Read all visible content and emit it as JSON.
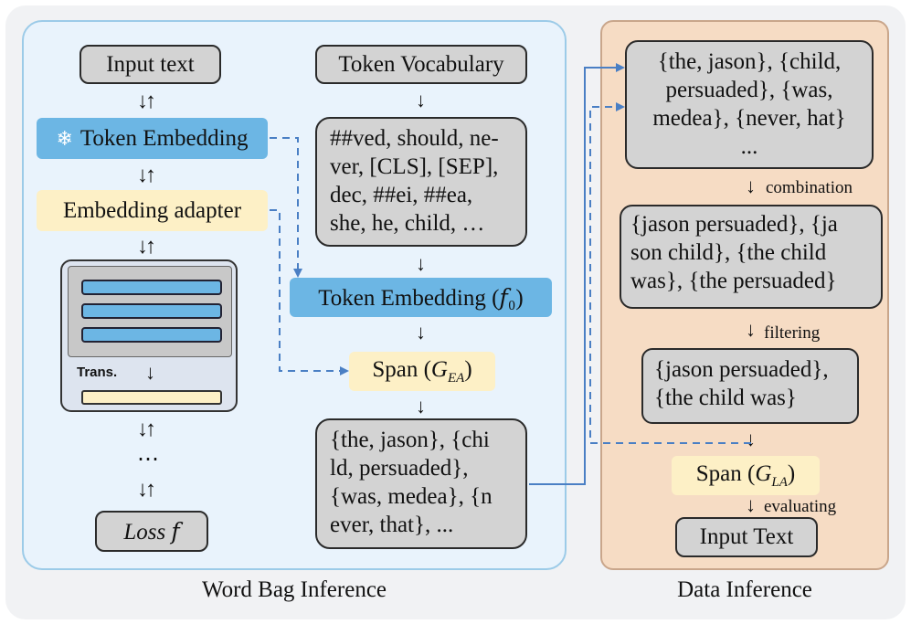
{
  "left_panel": {
    "caption": "Word Bag Inference",
    "input_text": "Input text",
    "token_embedding_frozen": "Token Embedding",
    "freeze_icon": "snowflake-icon",
    "embedding_adapter": "Embedding adapter",
    "trans_label": "Trans.",
    "ellipsis": "⋯",
    "loss": "Loss 𝑓",
    "token_vocabulary": "Token Vocabulary",
    "vocab_contents": "##ved, should, ne-\nver, [CLS], [SEP],\ndec, ##ei, ##ea,\nshe, he, child, …",
    "token_embedding_f0": "Token Embedding (𝑓₀)",
    "span_gea": "Span (𝐺ₑₐ)",
    "span_gea_sub": "EA",
    "word_bag": "{the, jason}, {chi\nld, persuaded},\n{was, medea}, {n\never, that}, ..."
  },
  "right_panel": {
    "caption": "Data Inference",
    "pairs": "{the, jason}, {child,\npersuaded}, {was,\nmedea}, {never, hat}\n...",
    "step_combination": "combination",
    "combined": "{jason persuaded}, {ja\nson child}, {the child\nwas}, {the persuaded}",
    "step_filtering": "filtering",
    "filtered": "{jason persuaded},\n{the child was}",
    "span_gla": "Span (𝐺ₗₐ)",
    "step_evaluating": "evaluating",
    "input_text": "Input Text"
  },
  "colors": {
    "blue_box": "#6cb6e4",
    "yellow_box": "#fdf0c6",
    "gray_box": "#d3d3d3",
    "left_panel_bg": "#e9f3fc",
    "right_panel_bg": "#f6dcc4",
    "connector": "#4a7fc4"
  }
}
